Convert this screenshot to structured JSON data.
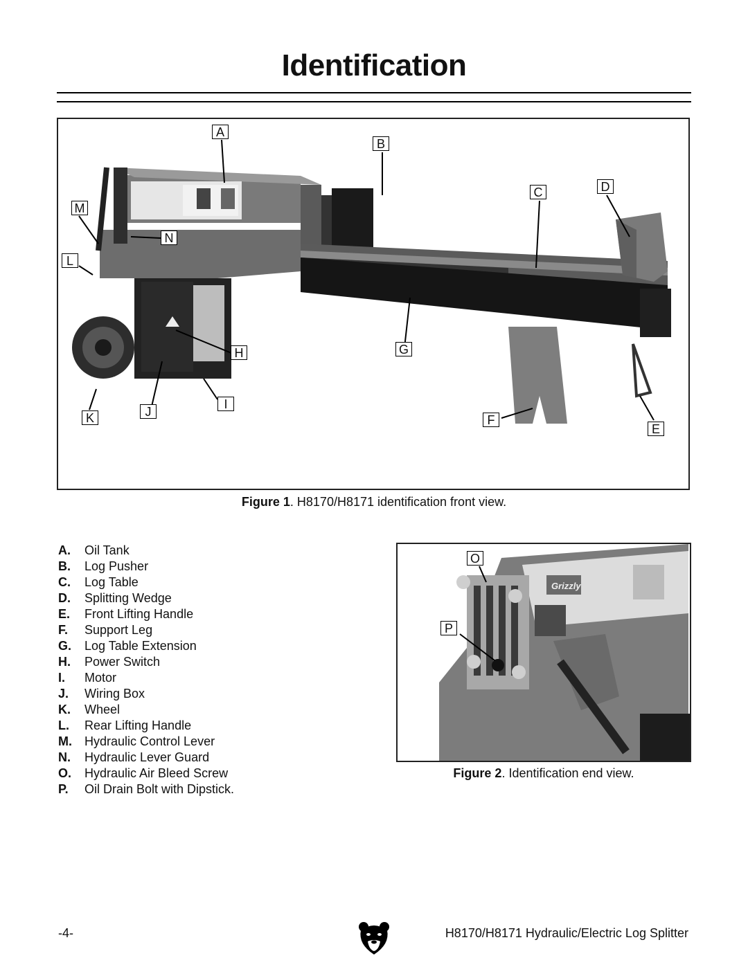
{
  "page": {
    "title": "Identification",
    "page_number": "-4-",
    "footer_title": "H8170/H8171 Hydraulic/Electric Log Splitter"
  },
  "figure1": {
    "caption_label": "Figure 1",
    "caption_text": ". H8170/H8171 identification front view.",
    "callouts": [
      "A",
      "B",
      "C",
      "D",
      "M",
      "N",
      "L",
      "H",
      "G",
      "I",
      "J",
      "K",
      "F",
      "E"
    ]
  },
  "figure2": {
    "caption_label": "Figure 2",
    "caption_text": ". Identification end view.",
    "callouts": [
      "O",
      "P"
    ],
    "brand": "Grizzly"
  },
  "legend": [
    {
      "key": "A.",
      "label": "Oil Tank"
    },
    {
      "key": "B.",
      "label": "Log Pusher"
    },
    {
      "key": "C.",
      "label": "Log Table"
    },
    {
      "key": "D.",
      "label": "Splitting Wedge"
    },
    {
      "key": "E.",
      "label": "Front Lifting Handle"
    },
    {
      "key": "F.",
      "label": "Support Leg"
    },
    {
      "key": "G.",
      "label": "Log Table Extension"
    },
    {
      "key": "H.",
      "label": "Power Switch"
    },
    {
      "key": "I.",
      "label": "Motor"
    },
    {
      "key": "J.",
      "label": "Wiring Box"
    },
    {
      "key": "K.",
      "label": "Wheel"
    },
    {
      "key": "L.",
      "label": "Rear Lifting Handle"
    },
    {
      "key": "M.",
      "label": "Hydraulic Control Lever"
    },
    {
      "key": "N.",
      "label": "Hydraulic Lever Guard"
    },
    {
      "key": "O.",
      "label": "Hydraulic Air Bleed Screw"
    },
    {
      "key": "P.",
      "label": "Oil Drain Bolt with Dipstick."
    }
  ]
}
